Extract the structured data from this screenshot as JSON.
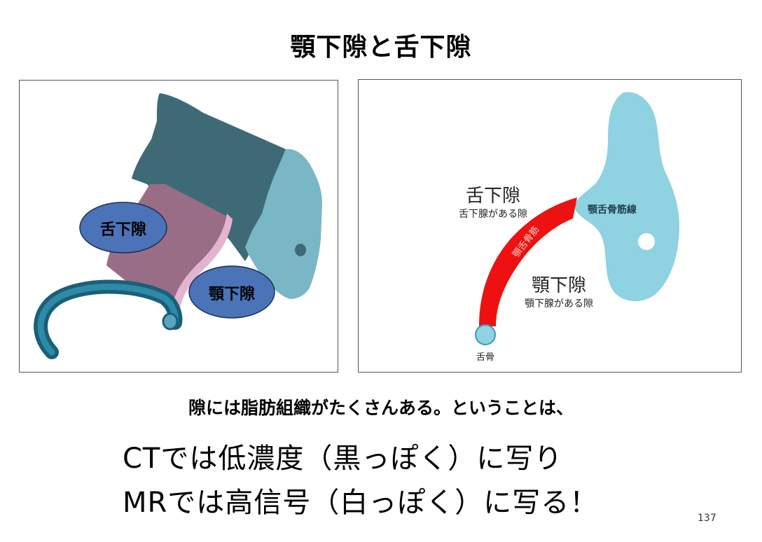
{
  "slide": {
    "title": "顎下隙と舌下隙",
    "page_number": "137"
  },
  "left_figure": {
    "label_sublingual": "舌下隙",
    "label_submandibular": "顎下隙"
  },
  "right_figure": {
    "sublingual_title": "舌下隙",
    "sublingual_caption": "舌下腺がある隙",
    "submandibular_title": "顎下隙",
    "submandibular_caption": "顎下腺がある隙",
    "muscle_line_label": "顎舌骨筋線",
    "muscle_label": "顎舌骨筋",
    "hyoid_label": "舌骨"
  },
  "text": {
    "intro": "隙には脂肪組織がたくさんある。ということは、",
    "line1": "CTでは低濃度（黒っぽく）に写り",
    "line2": "MRでは高信号（白っぽく）に写る！"
  },
  "colors": {
    "mandible_dark": "#3e6a76",
    "mandible_light": "#79b7c6",
    "muscle_mauve": "#9a6d86",
    "muscle_pink": "#e2b4d0",
    "label_oval": "#4a73b8",
    "hyoid_tube": "#1f6f8a",
    "bone_light_blue": "#8fd2e2",
    "muscle_red": "#ee1111"
  }
}
